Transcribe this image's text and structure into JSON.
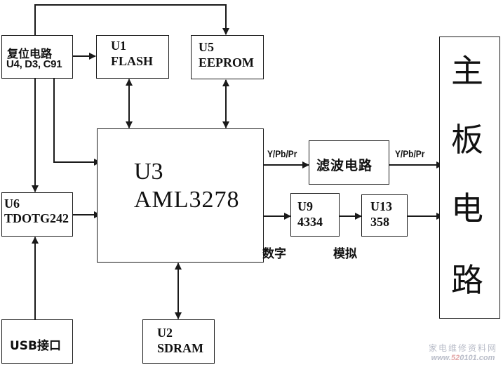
{
  "blocks": {
    "reset": {
      "line1": "复位电路",
      "line2": "U4, D3, C91"
    },
    "flash": {
      "line1": "U1",
      "line2": "FLASH"
    },
    "eeprom": {
      "line1": "U5",
      "line2": "EEPROM"
    },
    "main_chip": {
      "line1": "U3",
      "line2": "AML3278"
    },
    "usb_otg": {
      "line1": "U6",
      "line2": "TDOTG242"
    },
    "usb_port": {
      "line1": "USB接口"
    },
    "sdram": {
      "line1": "U2",
      "line2": "SDRAM"
    },
    "filter": {
      "line1": "滤波电路"
    },
    "dac": {
      "line1": "U9",
      "line2": "4334"
    },
    "amp": {
      "line1": "U13",
      "line2": "358"
    },
    "mainboard": {
      "chars": [
        "主",
        "板",
        "电",
        "路"
      ]
    }
  },
  "signals": {
    "video_in": "Y/Pb/Pr",
    "video_out": "Y/Pb/Pr",
    "digital": "数字",
    "analog": "模拟"
  },
  "watermark": {
    "site_name": "家电维修资料网",
    "url_prefix": "www.",
    "url_highlight": "52",
    "url_suffix": "0101.com"
  },
  "colors": {
    "line": "#1a1a1a",
    "watermark": "#b8bcc8",
    "watermark_highlight": "#e2a6a6"
  }
}
